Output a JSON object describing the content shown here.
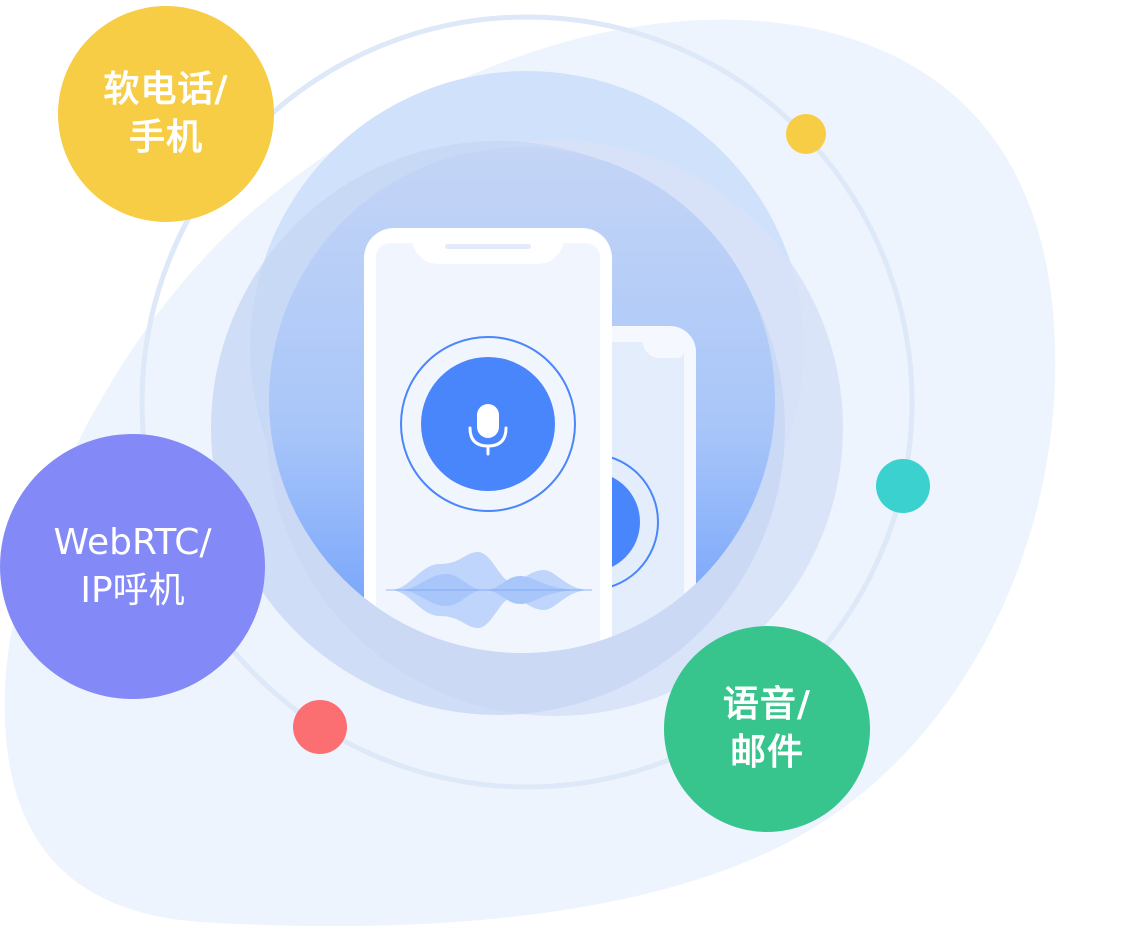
{
  "badges": {
    "softphone": {
      "line1": "软电话/",
      "line2": "手机"
    },
    "webrtc": {
      "line1": "WebRTC/",
      "line2": "IP呼机"
    },
    "voicemail": {
      "line1": "语音/",
      "line2": "邮件"
    }
  },
  "colors": {
    "blob": "#eef4fd",
    "ring": "#dce8f8",
    "halo": "#cfe1fb",
    "phone_body": "#f1f6fe",
    "mic_blue": "#4a86fb",
    "badge_yellow": "#f7cd45",
    "badge_purple": "#8389f7",
    "badge_green": "#37c58d",
    "dot_yellow": "#f7cd45",
    "dot_teal": "#3ad1cf",
    "dot_red": "#fb6f73"
  },
  "icons": [
    "microphone-icon",
    "sound-wave-icon"
  ]
}
